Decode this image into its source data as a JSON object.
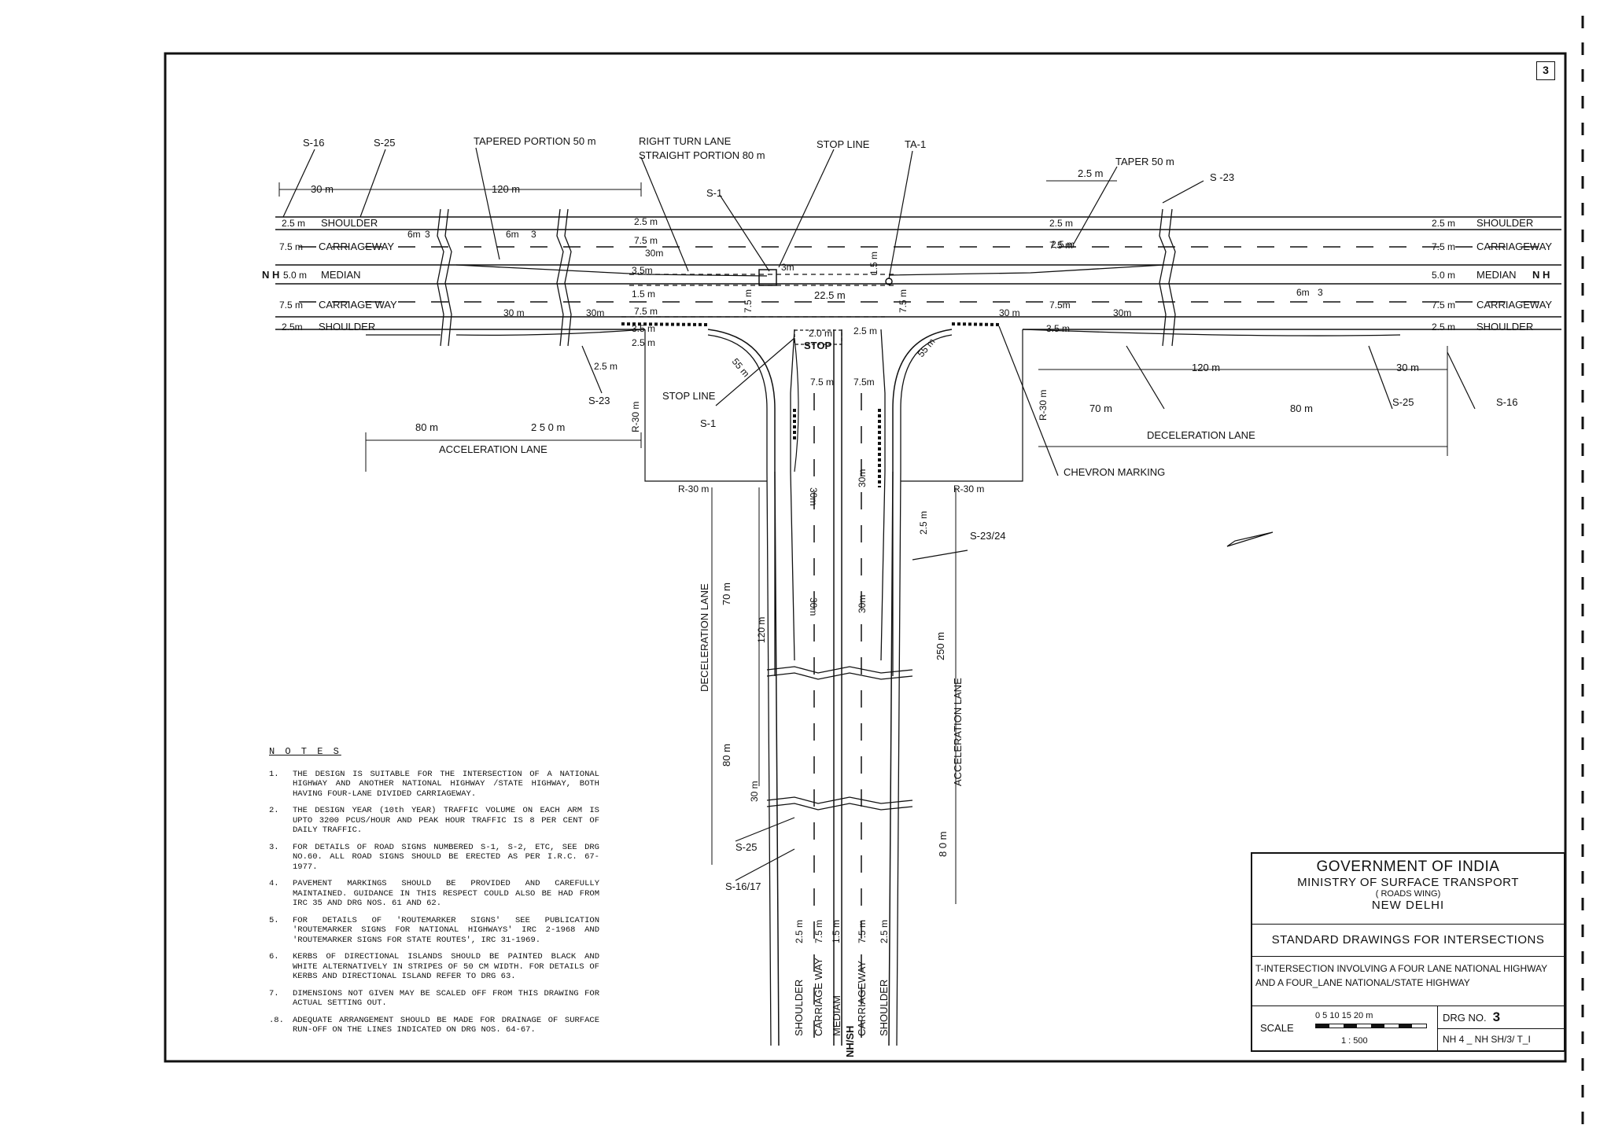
{
  "sheet_number": "3",
  "labels": {
    "s16_l": "S-16",
    "s25_l": "S-25",
    "tapered": "TAPERED PORTION 50 m",
    "rt1": "RIGHT TURN LANE",
    "rt2": "STRAIGHT PORTION  80 m",
    "stop_line_top": "STOP LINE",
    "ta1": "TA-1",
    "taper": "TAPER 50 m",
    "s23_top": "S -23",
    "s1_top": "S-1",
    "d30": "30 m",
    "d120": "120 m",
    "d25r": "2.5 m",
    "l_sh1": "2.5 m",
    "l_sh1t": "SHOULDER",
    "l_cw1": "7.5 m",
    "l_cw1t": "CARRIAGEWAY",
    "nh": "N H",
    "l_med": "5.0 m",
    "l_medt": "MEDIAN",
    "l_cw2": "7.5 m",
    "l_cw2t": "CARRIAGE WAY",
    "l_sh2": "2.5m",
    "l_sh2t": "SHOULDER",
    "r_sh1": "2.5 m",
    "r_sh1t": "SHOULDER",
    "r_cw1": "7.5 m",
    "r_cw1t": "CARRIAGEWAY",
    "r_med": "5.0 m",
    "r_medt": "MEDIAN",
    "nh_r": "N H",
    "r_cw2": "7.5 m",
    "r_cw2t": "CARRIAGEWAY",
    "r_sh2": "2.5 m",
    "r_sh2t": "SHOULDER",
    "m6a": "6m",
    "m3a": "3",
    "m6b": "6m",
    "m3b": "3",
    "m6c": "6m",
    "m3c": "3",
    "c25a": "2.5 m",
    "c75a": "7.5 m",
    "c30a": "30m",
    "c35a": "3.5m",
    "c3m": "3m",
    "c15": "1.5 m",
    "c75b": "7.5 m",
    "c35b": "3.5 m",
    "c25b": "2.5 m",
    "d30a": "30 m",
    "d30b": "30m",
    "c225": "22.5 m",
    "c75v1": "7.5 m",
    "c75v2": "7.5 m",
    "c20": "2.0 m",
    "c25c": "2.5 m",
    "c15v": "1.5 m",
    "c25d": "2.5 m",
    "r25a": "2.5 m",
    "r75a": "7.5 m",
    "r75b": "7.5m",
    "r35": "3.5 m",
    "d30c": "30 m",
    "d30d": "30m",
    "stop": "STOP",
    "r55a": "55 m",
    "r55b": "55 m",
    "c75c": "7.5 m",
    "c75d": "7.5m",
    "stop_line_l": "STOP  LINE",
    "s1_l": "S-1",
    "s23_l": "S-23",
    "c25e": "2.5 m",
    "r30v": "R-30 m",
    "r30h": "R-30 m",
    "r30vr": "R-30 m",
    "r30hr": "R-30  m",
    "acc80": "80  m",
    "acc250": "2 5 0  m",
    "acc_lane": "ACCELERATION  LANE",
    "dec120": "120 m",
    "dec30": "30 m",
    "s25_r": "S-25",
    "s16_r": "S-16",
    "dec70": "70  m",
    "dec80": "80  m",
    "dec_lane": "DECELERATION  LANE",
    "chevron": "CHEVRON MARKING",
    "v30a": "30m",
    "v30b": "30m",
    "v30c": "30m",
    "v30d": "30m",
    "v25": "2.5 m",
    "s2324": "S-23/24",
    "v_dec_lane": "DECELERATION  LANE",
    "v70": "70 m",
    "v120": "120 m",
    "v80": "80  m",
    "v30e": "30 m",
    "v_acc_lane": "ACCELERATION  LANE",
    "v250": "250 m",
    "v80b": "8 0 m",
    "s25_b": "S-25",
    "s1617": "S-16/17",
    "b25a": "2.5 m",
    "b75a": "7.5 m",
    "b15": "1.5 m",
    "b75b": "7.5 m",
    "b25b": "2.5 m",
    "b_sh1": "SHOULDER",
    "b_cw1": "CARRIAGE WAY",
    "b_med": "MEDIAM",
    "b_cw2": "CARRIAGEWAY",
    "b_sh2": "SHOULDER",
    "b_nhsh": "NH/SH"
  },
  "notes": {
    "heading": "N O T E S",
    "items": [
      {
        "n": "1.",
        "t": "THE DESIGN IS SUITABLE FOR THE INTERSECTION OF A NATIONAL HIGHWAY AND ANOTHER NATIONAL HIGHWAY /STATE HIGHWAY, BOTH HAVING FOUR-LANE DIVIDED CARRIAGEWAY."
      },
      {
        "n": "2.",
        "t": "THE DESIGN YEAR (10th YEAR) TRAFFIC VOLUME ON EACH ARM IS UPTO 3200 PCUS/HOUR AND PEAK HOUR TRAFFIC IS 8 PER CENT OF DAILY TRAFFIC."
      },
      {
        "n": "3.",
        "t": "FOR DETAILS OF ROAD SIGNS NUMBERED S-1, S-2, ETC, SEE DRG NO.60.  ALL ROAD SIGNS SHOULD BE ERECTED AS PER I.R.C. 67-1977."
      },
      {
        "n": "4.",
        "t": "PAVEMENT MARKINGS SHOULD BE PROVIDED AND CAREFULLY MAINTAINED. GUIDANCE IN THIS RESPECT COULD ALSO BE HAD FROM IRC 35 AND DRG NOS. 61 AND 62."
      },
      {
        "n": "5.",
        "t": "FOR DETAILS OF 'ROUTEMARKER SIGNS' SEE PUBLICATION 'ROUTEMARKER SIGNS FOR NATIONAL HIGHWAYS' IRC 2-1968 AND 'ROUTEMARKER SIGNS FOR STATE ROUTES', IRC 31-1969."
      },
      {
        "n": "6.",
        "t": "KERBS OF DIRECTIONAL ISLANDS SHOULD BE PAINTED BLACK AND WHITE ALTERNATIVELY IN STRIPES OF 50 CM WIDTH. FOR DETAILS OF KERBS AND DIRECTIONAL ISLAND REFER TO DRG 63."
      },
      {
        "n": "7.",
        "t": "DIMENSIONS NOT GIVEN MAY BE SCALED OFF FROM THIS DRAWING FOR ACTUAL SETTING OUT."
      },
      {
        "n": ".8.",
        "t": "ADEQUATE ARRANGEMENT SHOULD BE MADE FOR DRAINAGE OF SURFACE RUN-OFF ON THE LINES INDICATED ON DRG NOS. 64-67."
      }
    ]
  },
  "title_block": {
    "org1": "GOVERNMENT OF INDIA",
    "org2": "MINISTRY OF SURFACE TRANSPORT",
    "org3": "( ROADS WING)",
    "org4": "NEW DELHI",
    "standard": "STANDARD DRAWINGS FOR INTERSECTIONS",
    "title": "T-INTERSECTION INVOLVING A FOUR LANE NATIONAL HIGHWAY AND A FOUR_LANE NATIONAL/STATE HIGHWAY",
    "scale_label": "SCALE",
    "scale_nums": "0    5    10    15   20 m",
    "scale_ratio": "1 : 500",
    "drg_label": "DRG NO.",
    "drg_no": "3",
    "drg_code": "NH 4 _ NH SH/3/ T_I"
  }
}
